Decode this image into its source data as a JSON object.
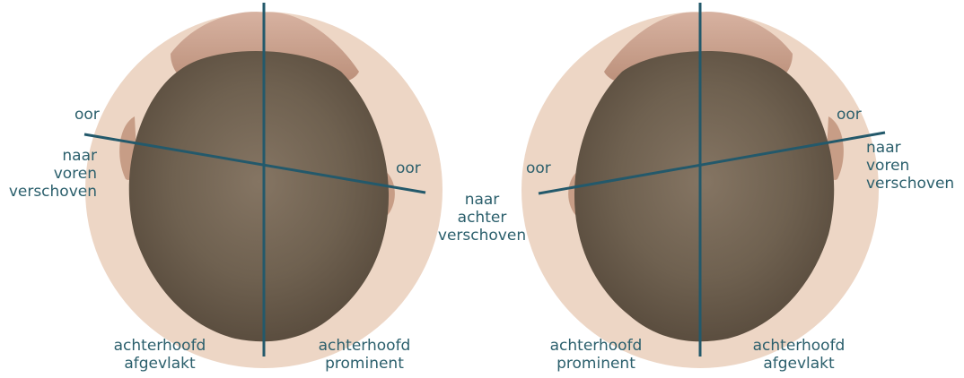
{
  "left_diagram": {
    "ear_left": "oor",
    "ear_right": "oor",
    "shift_label": [
      "naar",
      "voren",
      "verschoven"
    ],
    "bottom_left": [
      "achterhoofd",
      "afgevlakt"
    ],
    "bottom_right": [
      "achterhoofd",
      "prominent"
    ]
  },
  "center_label": [
    "naar",
    "achter",
    "verschoven"
  ],
  "right_diagram": {
    "ear_left": "oor",
    "ear_right": "oor",
    "shift_label": [
      "naar",
      "voren",
      "verschoven"
    ],
    "bottom_left": [
      "achterhoofd",
      "prominent"
    ],
    "bottom_right": [
      "achterhoofd",
      "afgevlakt"
    ]
  },
  "colors": {
    "circle": "#edd6c5",
    "line": "#23596b",
    "text": "#2b5f6c",
    "hair": "#6c5e4c",
    "skin": "#c99f8a"
  }
}
